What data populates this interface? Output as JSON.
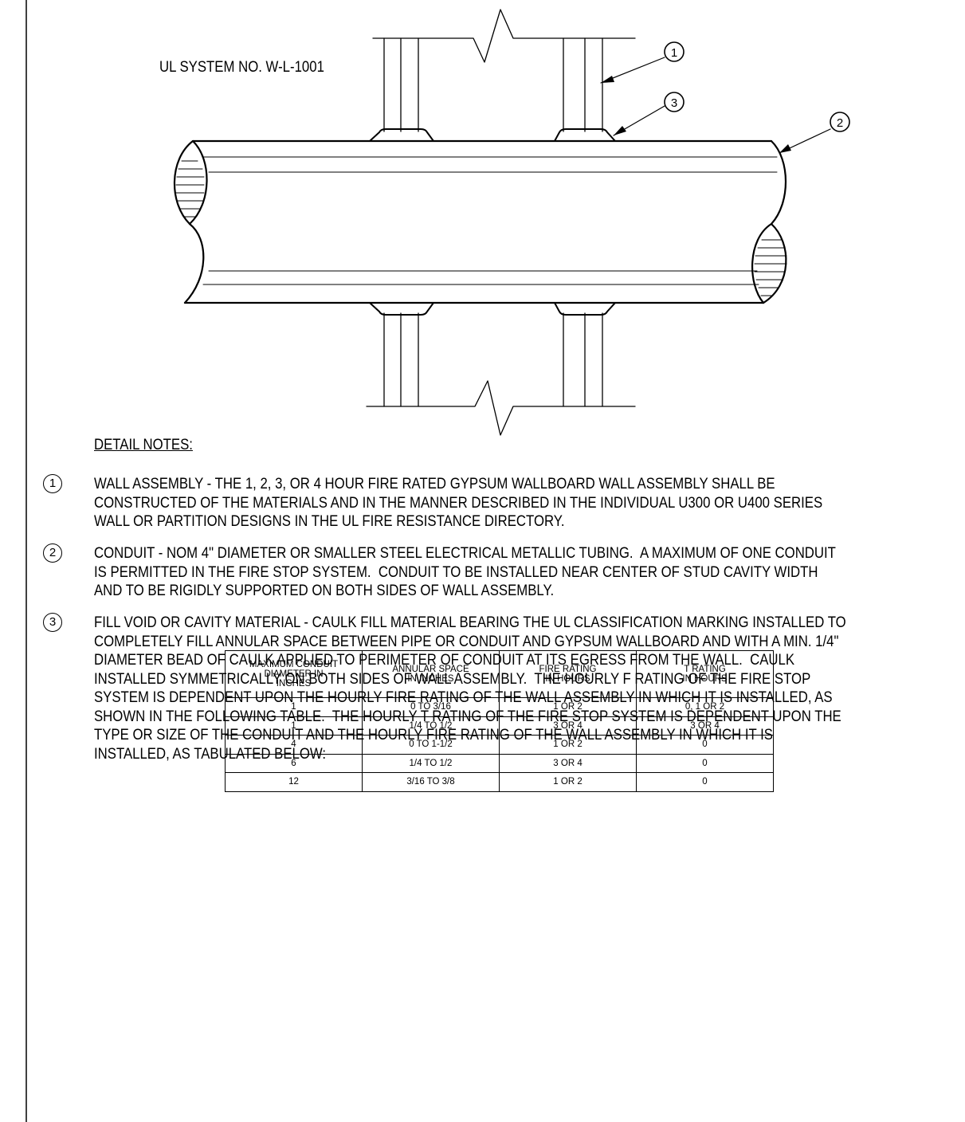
{
  "system_label": "UL SYSTEM NO. W-L-1001",
  "callouts": [
    "1",
    "2",
    "3"
  ],
  "notes_title": "DETAIL NOTES:",
  "notes": [
    {
      "num": "1",
      "text": "WALL ASSEMBLY - THE 1, 2, 3, OR 4 HOUR FIRE RATED GYPSUM WALLBOARD WALL ASSEMBLY SHALL BE\nCONSTRUCTED OF THE MATERIALS AND IN THE MANNER DESCRIBED IN THE INDIVIDUAL U300 OR U400 SERIES\nWALL OR PARTITION DESIGNS IN THE UL FIRE RESISTANCE DIRECTORY."
    },
    {
      "num": "2",
      "text": "CONDUIT - NOM 4\" DIAMETER OR SMALLER STEEL ELECTRICAL METALLIC TUBING.  A MAXIMUM OF ONE CONDUIT\nIS PERMITTED IN THE FIRE STOP SYSTEM.  CONDUIT TO BE INSTALLED NEAR CENTER OF STUD CAVITY WIDTH\nAND TO BE RIGIDLY SUPPORTED ON BOTH SIDES OF WALL ASSEMBLY."
    },
    {
      "num": "3",
      "text": "FILL VOID OR CAVITY MATERIAL - CAULK FILL MATERIAL BEARING THE UL CLASSIFICATION MARKING INSTALLED TO\nCOMPLETELY FILL ANNULAR SPACE BETWEEN PIPE OR CONDUIT AND GYPSUM WALLBOARD AND WITH A MIN. 1/4\"\nDIAMETER BEAD OF CAULK APPLIED TO PERIMETER OF CONDUIT AT ITS EGRESS FROM THE WALL.  CAULK\nINSTALLED SYMMETRICALLY ON BOTH SIDES OF WALL ASSEMBLY.  THE HOURLY F RATING OF THE FIRE STOP\nSYSTEM IS DEPENDENT UPON THE HOURLY FIRE RATING OF THE WALL ASSEMBLY IN WHICH IT IS INSTALLED, AS\nSHOWN IN THE FOLLOWING TABLE.  THE HOURLY T RATING OF THE FIRE STOP SYSTEM IS DEPENDENT UPON THE\nTYPE OR SIZE OF THE CONDUIT AND THE HOURLY FIRE RATING OF THE WALL ASSEMBLY IN WHICH IT IS\nINSTALLED, AS TABULATED BELOW:"
    }
  ],
  "table": {
    "headers": [
      "MAXIMUM CONDUIT\nDIAMETER IN\nINCHES",
      "ANNULAR SPACE\nIN INCHES",
      "FIRE RATING\nIN HOURS",
      "T RATING\nIN HOURS"
    ],
    "rows": [
      [
        "1",
        "0 TO 3/16",
        "1 OR 2",
        "0, 1 OR 2"
      ],
      [
        "1",
        "1/4 TO 1/2",
        "3 OR 4",
        "3 OR 4"
      ],
      [
        "4",
        "0 TO 1-1/2",
        "1 OR 2",
        "0"
      ],
      [
        "6",
        "1/4 TO 1/2",
        "3 OR 4",
        "0"
      ],
      [
        "12",
        "3/16 TO 3/8",
        "1 OR 2",
        "0"
      ]
    ]
  }
}
